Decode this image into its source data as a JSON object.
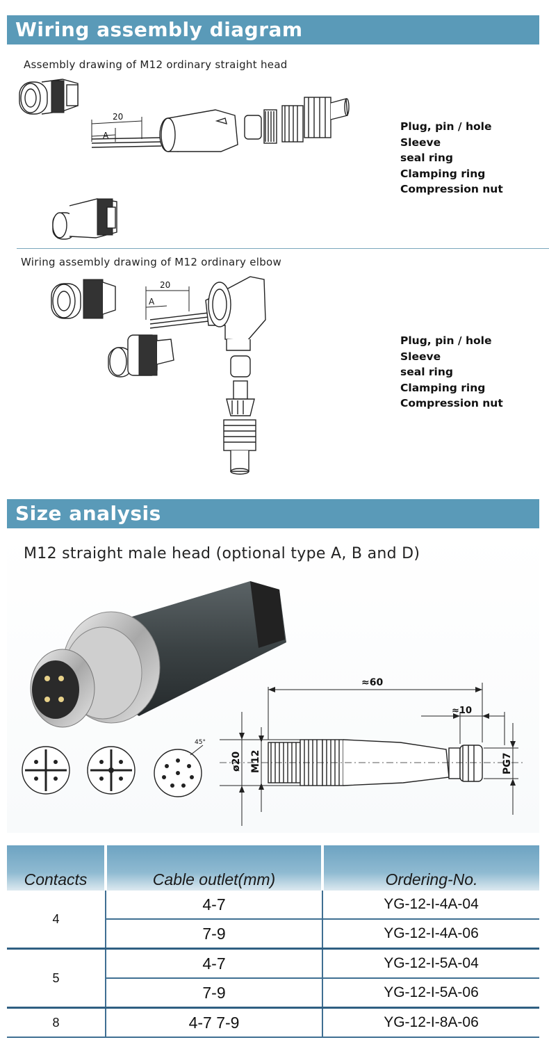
{
  "section1": {
    "title": "Wiring assembly diagram"
  },
  "straight": {
    "caption": "Assembly drawing of M12 ordinary straight head",
    "dim_length": "20",
    "dim_a": "A",
    "labels": [
      "Plug, pin / hole",
      "Sleeve",
      "seal ring",
      "Clamping ring",
      "Compression nut"
    ]
  },
  "elbow": {
    "caption": "Wiring assembly drawing of M12 ordinary elbow",
    "dim_length": "20",
    "dim_a": "A",
    "labels": [
      "Plug, pin / hole",
      "Sleeve",
      "seal ring",
      "Clamping ring",
      "Compression nut"
    ]
  },
  "section2": {
    "title": "Size analysis"
  },
  "size": {
    "caption": "M12 straight male head (optional type A, B and D)",
    "dim_total": "≈60",
    "dim_nut": "≈10",
    "dim_dia": "ø20",
    "dim_thread": "M12",
    "dim_pg": "PG7",
    "pin_angle": "45°"
  },
  "table": {
    "headers": [
      "Contacts",
      "Cable outlet(mm)",
      "Ordering-No."
    ],
    "groups": [
      {
        "contacts": "4",
        "rows": [
          {
            "outlet": "4-7",
            "order": "YG-12-I-4A-04"
          },
          {
            "outlet": "7-9",
            "order": "YG-12-I-4A-06"
          }
        ]
      },
      {
        "contacts": "5",
        "rows": [
          {
            "outlet": "4-7",
            "order": "YG-12-I-5A-04"
          },
          {
            "outlet": "7-9",
            "order": "YG-12-I-5A-06"
          }
        ]
      },
      {
        "contacts": "8",
        "rows": [
          {
            "outlet": "4-7 7-9",
            "order": "YG-12-I-8A-06"
          }
        ]
      }
    ]
  },
  "colors": {
    "banner": "#5a9ab8",
    "table_border": "#3f6f92"
  }
}
